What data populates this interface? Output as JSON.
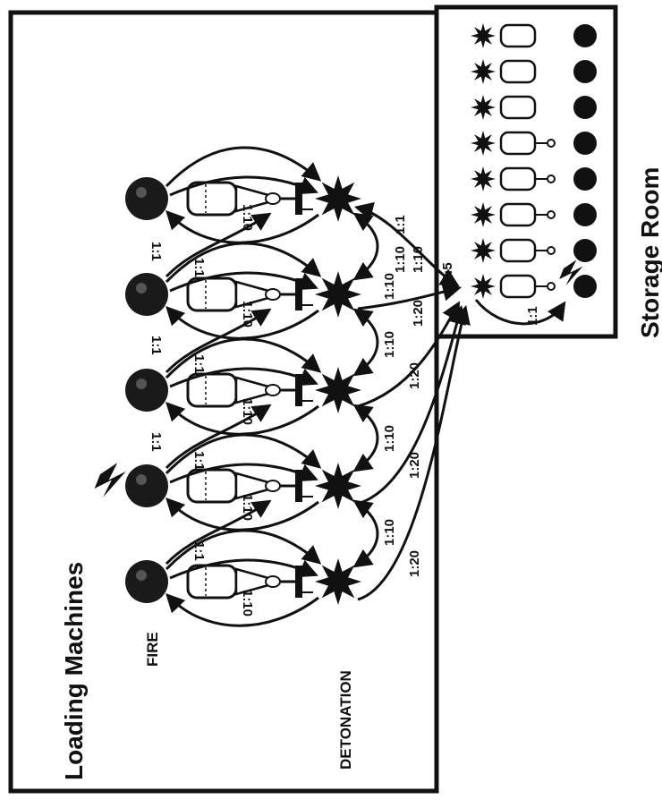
{
  "loading_area": {
    "title": "Loading Machines"
  },
  "storage_area": {
    "title": "Storage Room"
  },
  "row_labels": {
    "fire": "FIRE",
    "detonation": "DETONATION"
  },
  "ratios": {
    "fire_to_detonation": "1:10",
    "detonation_to_fire": "1:1",
    "detonation_to_detonation": "1:10",
    "detonation_chain_long": "1:20",
    "loading_to_storage": "1:1",
    "storage_to_loading": "1:10",
    "storage_internal": "1:5",
    "storage_fire_link": "1:1",
    "storage_far_link": "1:20"
  },
  "machine_count": 5,
  "storage_item_count": 8,
  "storage_items_with_fuze": 5,
  "ignition_highlights": {
    "loading_machine_index": 3,
    "storage_item_index": 7
  }
}
